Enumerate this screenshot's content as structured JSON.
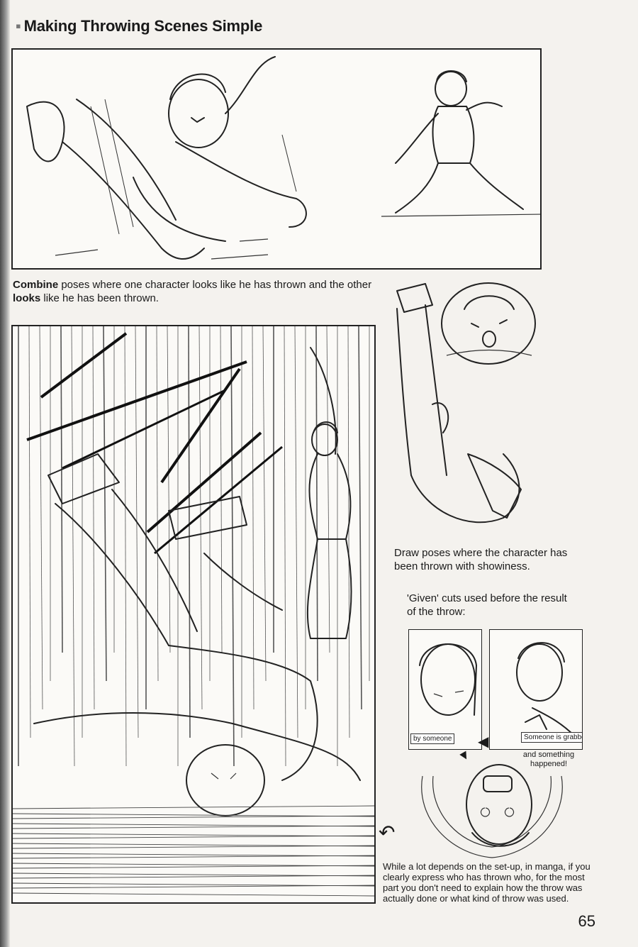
{
  "page": {
    "title": "Making Throwing Scenes Simple",
    "page_number": "65"
  },
  "captions": {
    "combine_word": "Combine",
    "combine_text": " poses where one character looks like he has thrown and the other",
    "looks_word": "looks",
    "looks_text": " like he has been thrown.",
    "draw_poses": "Draw poses where the character has been thrown with showiness.",
    "given_cuts": "'Given' cuts used before the result of the throw:",
    "by_someone": "by someone",
    "someone_grabbed": "Someone is grabbed",
    "something_happened": "and something happened!",
    "explanation": "While a lot depends on the set-up, in manga, if you clearly express who has thrown who, for the most part you don't need to explain how the throw was actually done or what kind of throw was used."
  },
  "icons": {
    "arrow_left": "arrow-left-icon",
    "arrow_down": "arrow-down-icon",
    "arrow_curved": "curved-arrow-icon"
  },
  "colors": {
    "ink": "#1a1a1a",
    "paper": "#f4f2ee"
  }
}
